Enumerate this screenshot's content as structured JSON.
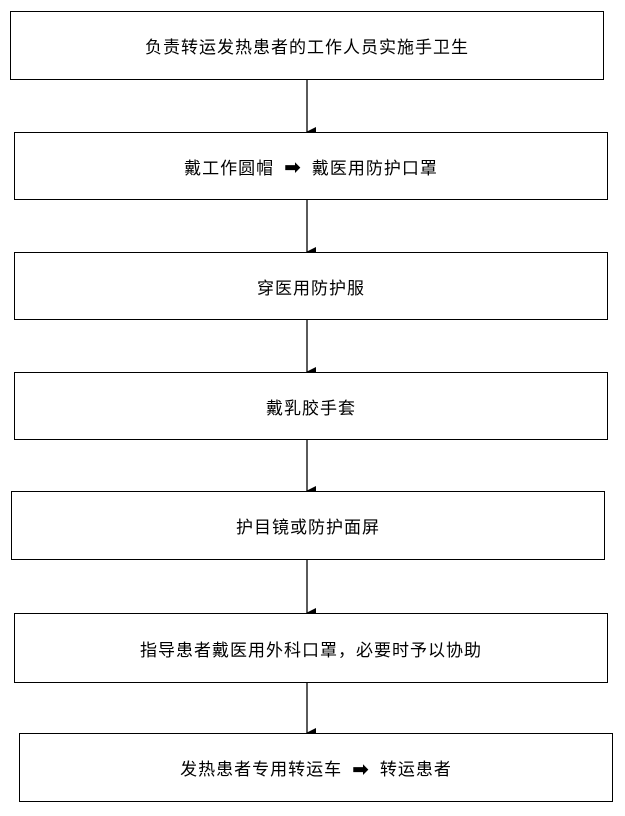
{
  "flowchart": {
    "steps": [
      {
        "text": "负责转运发热患者的工作人员实施手卫生"
      },
      {
        "parts": [
          "戴工作圆帽",
          "戴医用防护口罩"
        ]
      },
      {
        "text": "穿医用防护服"
      },
      {
        "text": "戴乳胶手套"
      },
      {
        "text": "护目镜或防护面屏"
      },
      {
        "text": "指导患者戴医用外科口罩，必要时予以协助"
      },
      {
        "parts": [
          "发热患者专用转运车",
          "转运患者"
        ]
      }
    ],
    "inline_arrow_glyph": "➡"
  }
}
